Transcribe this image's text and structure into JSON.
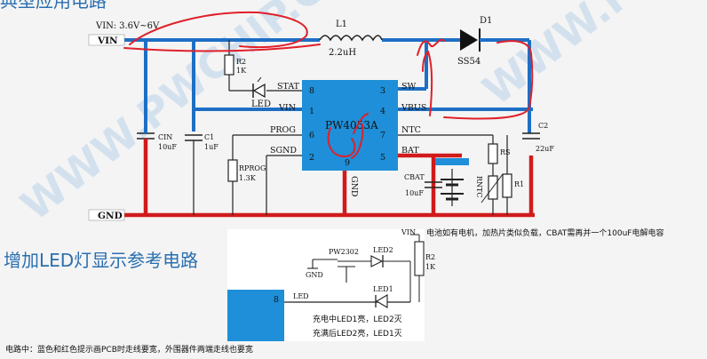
{
  "title_main": "典型应用电路",
  "watermark": "WWW.PWCHIP.COM",
  "vin_spec": "VIN: 3.6V~6V",
  "nets": {
    "vin": "VIN",
    "gnd": "GND",
    "led": "LED",
    "vin_small": "VIN"
  },
  "chip": {
    "name": "PW4053A",
    "pins": {
      "p8": "8",
      "p1": "1",
      "p6": "6",
      "p2": "2",
      "p3": "3",
      "p4": "4",
      "p7": "7",
      "p5": "5",
      "p9": "9"
    },
    "pin_labels": {
      "stat": "STAT",
      "vin": "VIN",
      "prog": "PROG",
      "sgnd": "SGND",
      "sw": "SW",
      "vbus": "VBUS",
      "ntc": "NTC",
      "bat": "BAT",
      "gnd": "GND"
    }
  },
  "components": {
    "l1_name": "L1",
    "l1_val": "2.2uH",
    "d1_name": "D1",
    "d1_part": "SS54",
    "r2_name": "R2",
    "r2_val": "1K",
    "cin_name": "CIN",
    "cin_val": "10uF",
    "c1_name": "C1",
    "c1_val": "1uF",
    "rprog_name": "RPROG",
    "rprog_val": "1.3K",
    "c2_name": "C2",
    "c2_val": "22uF",
    "cbat_name": "CBAT",
    "cbat_val": "10uF",
    "rs_name": "RS",
    "r1_name": "R1",
    "rntc_name": "RNTC"
  },
  "note_battery": "电池如有电机，加热片类似负载，CBAT需再并一个100uF电解电容",
  "led_section": {
    "heading": "增加LED灯显示参考电路",
    "pw2302": "PW2302",
    "led1": "LED1",
    "led2": "LED2",
    "r2_name": "R2",
    "r2_val": "1K",
    "pin8": "8",
    "note1": "充电中LED1亮，LED2灭",
    "note2": "充满后LED2亮，LED1灭"
  },
  "footer_note": "电路中：蓝色和红色提示画PCB时走线要宽，外围器件两端走线也要宽",
  "colors": {
    "blue_trace": "#1e6fc4",
    "red_trace": "#d11b1b",
    "chip_fill": "#1e8fd8",
    "pen_red": "#e0202a"
  }
}
